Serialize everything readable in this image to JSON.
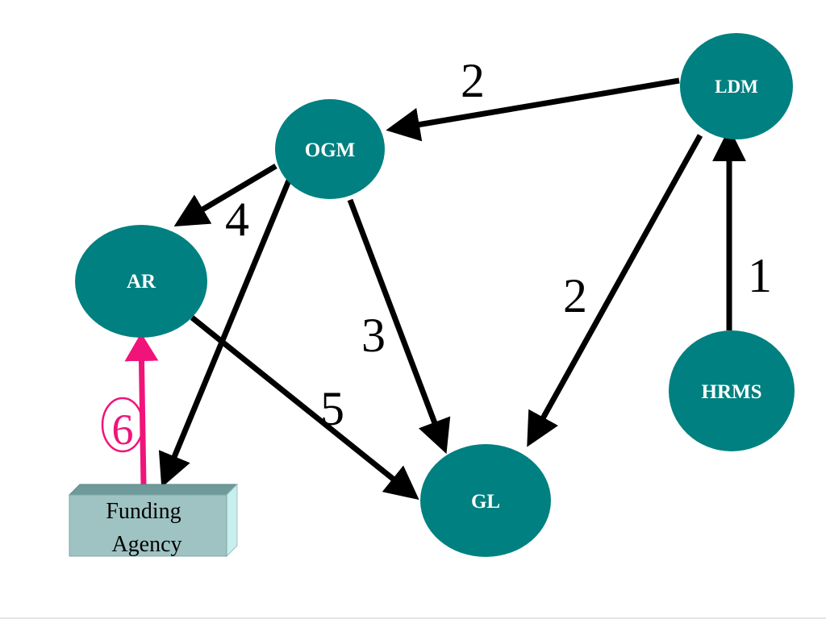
{
  "colors": {
    "node": "#008080",
    "edge": "#000000",
    "accent_edge": "#f0147a",
    "box_front": "#9fc3c3",
    "box_top": "#6f9a9a",
    "box_side": "#c9eeee"
  },
  "nodes": {
    "ldm": "LDM",
    "ogm": "OGM",
    "ar": "AR",
    "hrms": "HRMS",
    "gl": "GL"
  },
  "funding_agency": {
    "line1": "Funding",
    "line2": "Agency"
  },
  "edge_labels": {
    "hrms_ldm": "1",
    "ldm_ogm": "2",
    "ldm_gl": "2",
    "ogm_gl": "3",
    "ogm_ar": "4",
    "ar_gl": "5",
    "agency_ar": "6"
  }
}
